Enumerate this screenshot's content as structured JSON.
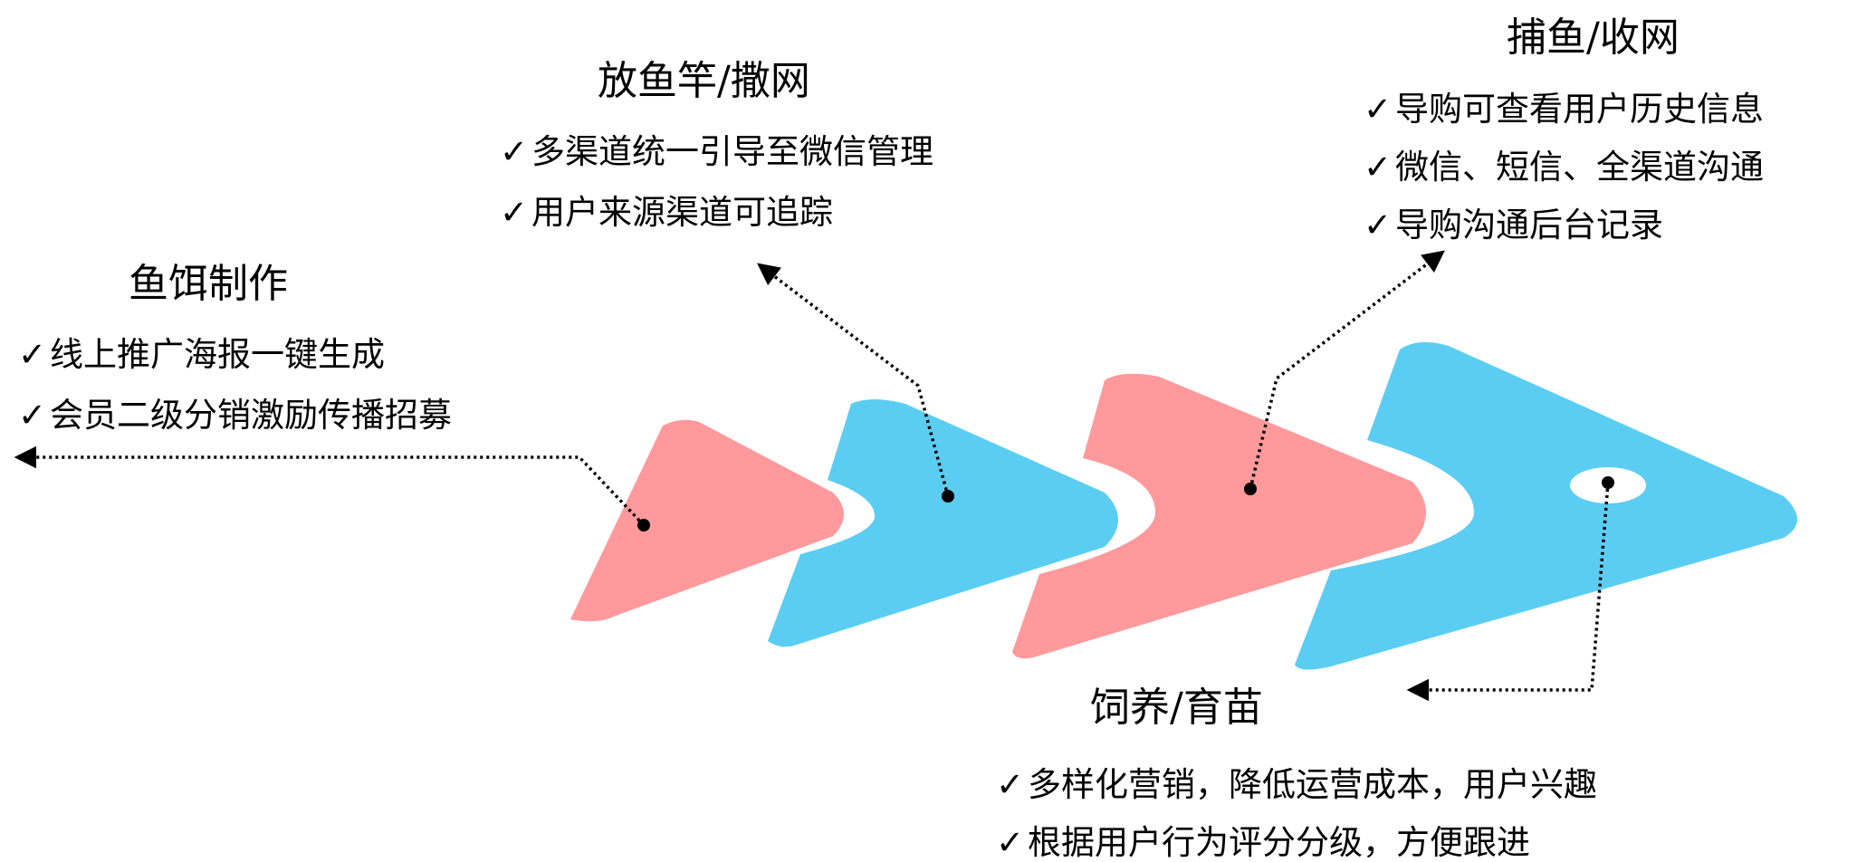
{
  "colors": {
    "pink": "#FF999B",
    "blue": "#5BCDF2",
    "line": "#000000"
  },
  "stages": [
    {
      "id": "bait",
      "heading": "鱼饵制作",
      "items": [
        "线上推广海报一键生成",
        "会员二级分销激励传播招募"
      ]
    },
    {
      "id": "cast",
      "heading": "放鱼竿/撒网",
      "items": [
        "多渠道统一引导至微信管理",
        "用户来源渠道可追踪"
      ]
    },
    {
      "id": "catch",
      "heading": "捕鱼/收网",
      "items": [
        "导购可查看用户历史信息",
        "微信、短信、全渠道沟通",
        "导购沟通后台记录"
      ]
    },
    {
      "id": "feed",
      "heading": "饲养/育苗",
      "items": [
        "多样化营销，降低运营成本，用户兴趣",
        "根据用户行为评分分级，方便跟进"
      ]
    }
  ],
  "check_mark": "✓",
  "icons": [
    "dotted-arrow",
    "fish-eye"
  ]
}
